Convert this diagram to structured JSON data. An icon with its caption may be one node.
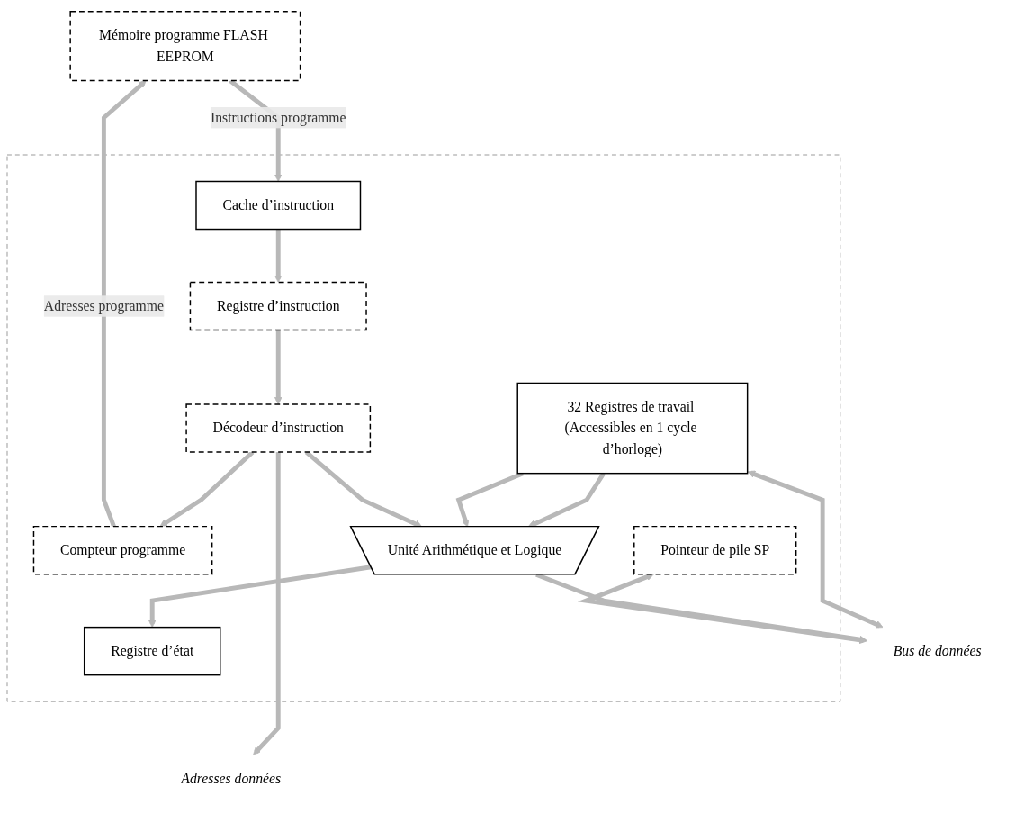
{
  "diagram": {
    "nodes": [
      {
        "text": [
          "Mémoire programme FLASH EEPROM"
        ]
      },
      {
        "text": [],
        "shape": "box"
      },
      {
        "text": [
          "Cache d’instruction"
        ],
        "in": 1
      },
      {
        "text": [
          "Registre d’instruction"
        ],
        "in": 1
      },
      {
        "text": [
          "Décodeur d’instruction"
        ],
        "in": 1
      },
      {
        "text": [
          "Compteur programme"
        ],
        "in": 1
      },
      {
        "text": [
          "32 Registres de travail (Accessibles en 1 cycle d’horloge)"
        ],
        "in": 1
      },
      {
        "text": [
          "Unité Arithmétique et Logique"
        ],
        "in": 1
      },
      {
        "text": [
          "Registre d’état"
        ],
        "in": 1
      },
      {
        "text": [
          "Pointeur de pile SP"
        ],
        "in": 1
      },
      {
        "text": [
          "Adresses données"
        ]
      },
      {
        "text": [
          "Bus de données"
        ]
      }
    ],
    "edges": [
      {
        "from": 0,
        "to": 2,
        "arrow": "to",
        "label": "Instructions programme"
      },
      {
        "from": 2,
        "to": 3,
        "arrow": "to"
      },
      {
        "from": 3,
        "to": 4,
        "arrow": "to"
      },
      {
        "from": 4,
        "to": 5,
        "arrow": "to"
      },
      {
        "from": 5,
        "to": 0,
        "arrow": "to",
        "label": "Adresses programme"
      },
      {
        "from": 6,
        "to": 11,
        "arrow": "both"
      },
      {
        "from": 6,
        "to": 7,
        "arrow": "to"
      },
      {
        "from": 6,
        "to": 7,
        "arrow": "to"
      },
      {
        "from": 4,
        "to": 7,
        "arrow": "to"
      },
      {
        "from": 4,
        "to": 10,
        "arrow": "to"
      },
      {
        "from": 7,
        "to": 8,
        "arrow": "to"
      },
      {
        "from": 7,
        "to": 11,
        "arrow": "to"
      },
      {
        "from": 9,
        "to": 11,
        "arrow": "both"
      }
    ]
  }
}
